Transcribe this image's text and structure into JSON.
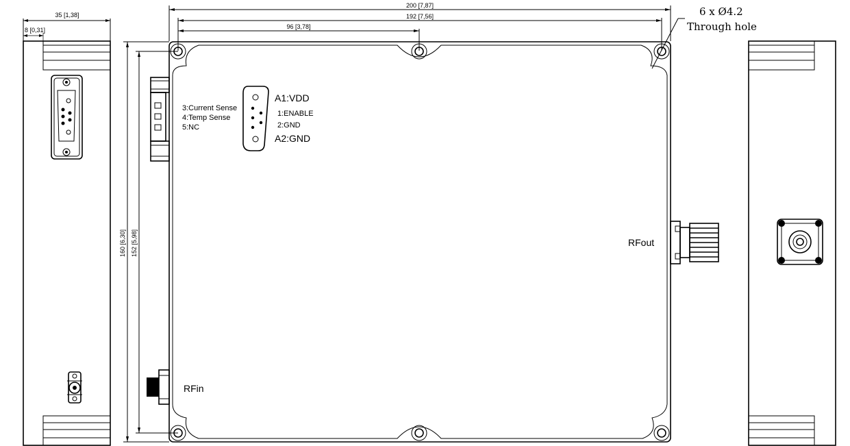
{
  "dimensions": {
    "side_width": "35 [1,38]",
    "side_offset": "8 [0,31]",
    "overall_width": "200 [7,87]",
    "hole_span_width": "192 [7,56]",
    "center_hole": "96 [3,78]",
    "overall_height": "160 [6,30]",
    "hole_span_height": "152 [5,98]"
  },
  "holes": {
    "count_dia": "6 x Ø4.2",
    "type": "Through hole"
  },
  "connector_pins": {
    "a1": "A1:VDD",
    "p1": "1:ENABLE",
    "p2": "2:GND",
    "a2": "A2:GND",
    "p3": "3:Current Sense",
    "p4": "4:Temp Sense",
    "p5": "5:NC"
  },
  "ports": {
    "rf_in": "RFin",
    "rf_out": "RFout"
  }
}
